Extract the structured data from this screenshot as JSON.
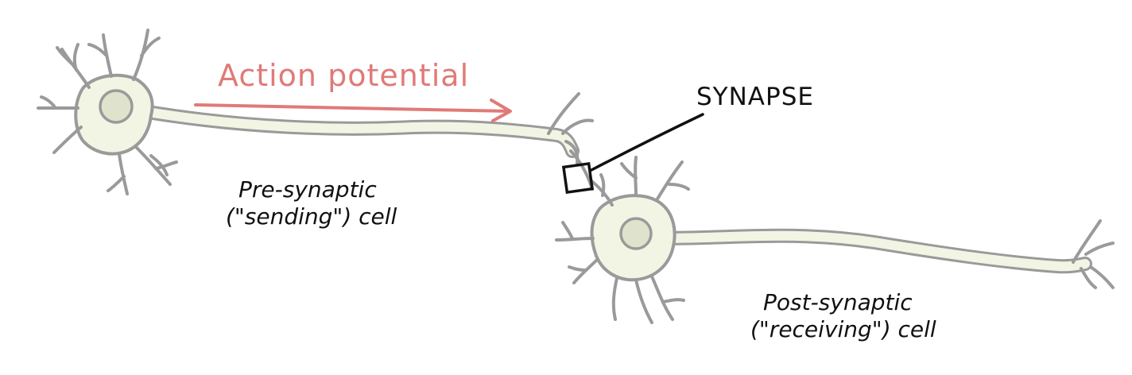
{
  "diagram": {
    "action_potential_label": "Action potential",
    "synapse_label": "SYNAPSE",
    "presynaptic_label": {
      "line1": "Pre-synaptic",
      "line2": "(\"sending\") cell"
    },
    "postsynaptic_label": {
      "line1": "Post-synaptic",
      "line2": "(\"receiving\") cell"
    }
  },
  "colors": {
    "action_potential": "#e07a78",
    "membrane_outline": "#9a9a9a",
    "cytoplasm": "#f3f5e4",
    "nucleus": "#dfe3cb",
    "ink": "#111111"
  }
}
